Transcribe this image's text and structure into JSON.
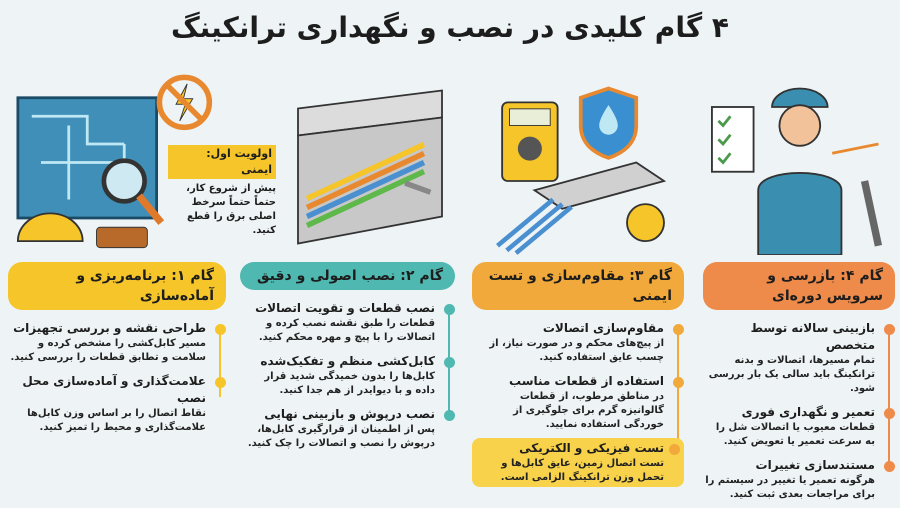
{
  "title": "۴ گام کلیدی در نصب و نگهداری ترانکینگ",
  "colors": {
    "step1": "#f5c52a",
    "step2": "#4fb8b0",
    "step3": "#f2a93b",
    "step4": "#ee8a4a"
  },
  "safety": {
    "title": "اولویت اول: ایمنی",
    "text": "پیش از شروع کار، حتماً حتماً سرخط اصلی برق را قطع کنید."
  },
  "steps": [
    {
      "header": "گام ۱: برنامه‌ریزی و آماده‌سازی",
      "items": [
        {
          "title": "طراحی نقشه و بررسی تجهیزات",
          "text": "مسیر کابل‌کشی را مشخص کرده و سلامت و تطابق قطعات را بررسی کنید."
        },
        {
          "title": "علامت‌گذاری و آماده‌سازی محل نصب",
          "text": "نقاط اتصال را بر اساس وزن کابل‌ها علامت‌گذاری و محیط را تمیز کنید."
        }
      ]
    },
    {
      "header": "گام ۲: نصب اصولی و دقیق",
      "items": [
        {
          "title": "نصب قطعات و تقویت اتصالات",
          "text": "قطعات را طبق نقشه نصب کرده و اتصالات را با پیچ و مهره محکم کنید."
        },
        {
          "title": "کابل‌کشی منظم و تفکیک‌شده",
          "text": "کابل‌ها را بدون خمیدگی شدید قرار داده و با دیوایدر از هم جدا کنید."
        },
        {
          "title": "نصب درپوش و بازبینی نهایی",
          "text": "پس از اطمینان از قرارگیری کابل‌ها، درپوش را نصب و اتصالات را چک کنید."
        }
      ]
    },
    {
      "header": "گام ۳: مقاوم‌سازی و تست ایمنی",
      "items": [
        {
          "title": "مقاوم‌سازی اتصالات",
          "text": "از پیچ‌های محکم و در صورت نیاز، از چسب عایق استفاده کنید."
        },
        {
          "title": "استفاده از قطعات مناسب",
          "text": "در مناطق مرطوب، از قطعات گالوانیزه گرم برای جلوگیری از خوردگی استفاده نمایید."
        },
        {
          "title": "تست فیزیکی و الکتریکی",
          "text": "تست اتصال زمین، عایق کابل‌ها و تحمل وزن ترانکینگ الزامی است."
        }
      ]
    },
    {
      "header": "گام ۴: بازرسی و سرویس دوره‌ای",
      "items": [
        {
          "title": "بازبینی سالانه توسط متخصص",
          "text": "تمام مسیرها، اتصالات و بدنه ترانکینگ باید سالی یک بار بررسی شود."
        },
        {
          "title": "تعمیر و نگهداری فوری",
          "text": "قطعات معیوب یا اتصالات شل را به سرعت تعمیر یا تعویض کنید."
        },
        {
          "title": "مستندسازی تغییرات",
          "text": "هرگونه تعمیر یا تغییر در سیستم را برای مراجعات بعدی ثبت کنید."
        }
      ]
    }
  ]
}
